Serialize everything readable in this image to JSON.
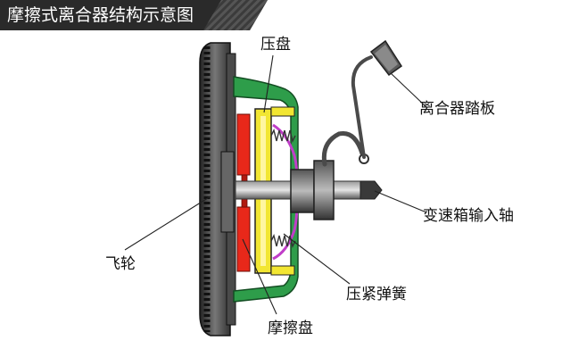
{
  "title": "摩擦式离合器结构示意图",
  "labels": {
    "pressure_plate": "压盘",
    "clutch_pedal": "离合器踏板",
    "gearbox_input_shaft": "变速箱输入轴",
    "flywheel": "飞轮",
    "pressure_spring": "压紧弹簧",
    "friction_disc": "摩擦盘"
  },
  "colors": {
    "banner": "#2a2a2a",
    "flywheel": "#3a3a3a",
    "housing": "#2e9d4a",
    "pressure_plate": "#f2e632",
    "friction_disc": "#e8281a",
    "spring": "#c03ec8",
    "shaft": "#7a7a7a",
    "pedal": "#4a4a4a"
  }
}
